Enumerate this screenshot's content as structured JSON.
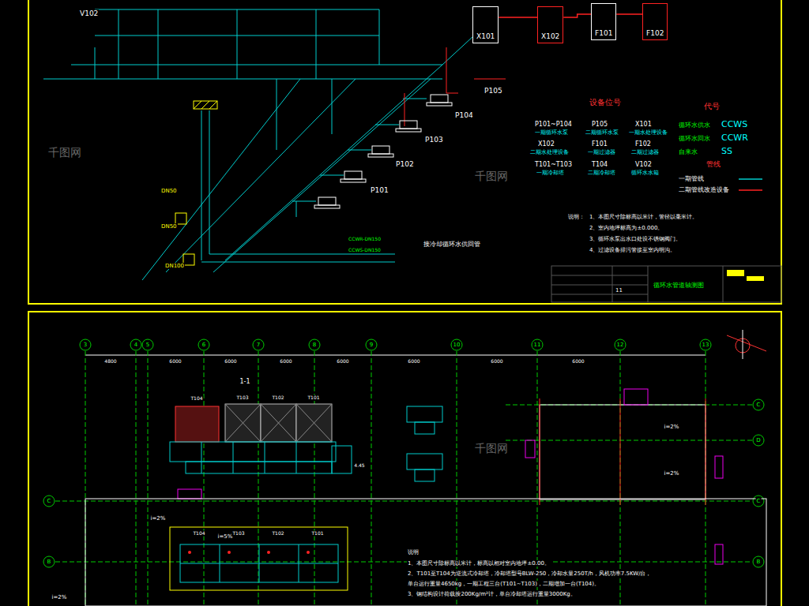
{
  "diagram": {
    "nodes": [
      {
        "text": [
          "X101"
        ]
      },
      {
        "text": [
          "X102"
        ]
      },
      {
        "text": [
          "F101"
        ]
      },
      {
        "text": [
          "F102"
        ]
      }
    ],
    "edges": [
      {
        "from": 0,
        "to": 1,
        "arrow": "none"
      },
      {
        "from": 1,
        "to": 2,
        "arrow": "none"
      },
      {
        "from": 2,
        "to": 3,
        "arrow": "none"
      }
    ],
    "labels": [
      "V102",
      "P105",
      "P104",
      "P103",
      "P102",
      "P101",
      "DN50",
      "DN50",
      "DN100",
      "接冷却循环水供回管",
      "CCWS-DN150",
      "CCWR-DN150",
      "设备位号",
      "P101~P104",
      "一期循环水泵",
      "P105",
      "二期循环水泵",
      "X101",
      "一期水处理设备",
      "X102",
      "二期水处理设备",
      "F101",
      "一期过滤器",
      "F102",
      "二期过滤器",
      "T101~T103",
      "一期冷却塔",
      "T104",
      "二期冷却塔",
      "V102",
      "循环水水箱",
      "代号",
      "循环水供水",
      "CCWS",
      "循环水回水",
      "CCWR",
      "自来水",
      "SS",
      "管线",
      "说明：",
      "1、本图尺寸除标高以米计，管径以毫米计。",
      "2、室内地坪标高为±0.000。",
      "3、循环水泵出水口处设不锈钢阀门。",
      "4、过滤设备排污管接至室内明沟。",
      "循环水管道轴测图",
      "11",
      "3",
      "4",
      "5",
      "6",
      "7",
      "8",
      "9",
      "10",
      "11",
      "12",
      "13",
      "C",
      "D",
      "C",
      "B",
      "C",
      "B",
      "4800",
      "6000",
      "6000",
      "6000",
      "6000",
      "6000",
      "6000",
      "6000",
      "1-1",
      "T104",
      "T103",
      "T102",
      "T101",
      "4.45",
      "i=2%",
      "i=2%",
      "i=2%",
      "i=5%",
      "i=2%",
      "T104",
      "T103",
      "T102",
      "T101",
      "说明",
      "1、本图尺寸除标高以米计，标高以相对室内地坪±0.00。",
      "2、T101至T104为逆流式冷却塔，冷却塔型号BLW-250，冷却水量250T/h，风机功率7.5KW/台，",
      "单台运行重量4650kg，一期工程三台(T101~T103)，二期增加一台(T104)。",
      "3、钢结构设计荷载按200Kg/m²计，单台冷却塔运行重量3000Kg。",
      "千图网",
      "千图网",
      "千图网"
    ],
    "legend": [
      {
        "text": "一期管线"
      },
      {
        "text": "二期管线改造设备"
      }
    ]
  }
}
